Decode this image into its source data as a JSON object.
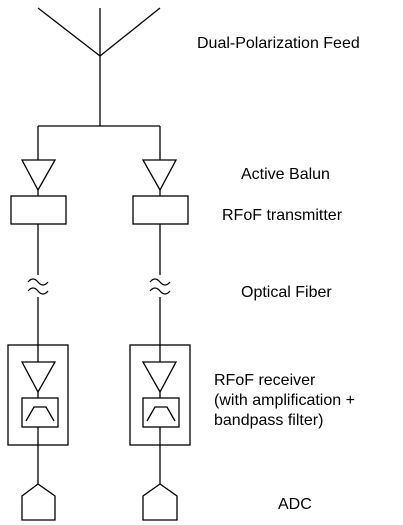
{
  "labels": {
    "feed": "Dual-Polarization Feed",
    "balun": "Active Balun",
    "rfof_tx": "RFoF transmitter",
    "fiber": "Optical Fiber",
    "rfof_rx": "RFoF receiver\n(with amplification +\nbandpass filter)",
    "adc": "ADC"
  },
  "chains": [
    "left-chain",
    "right-chain"
  ]
}
